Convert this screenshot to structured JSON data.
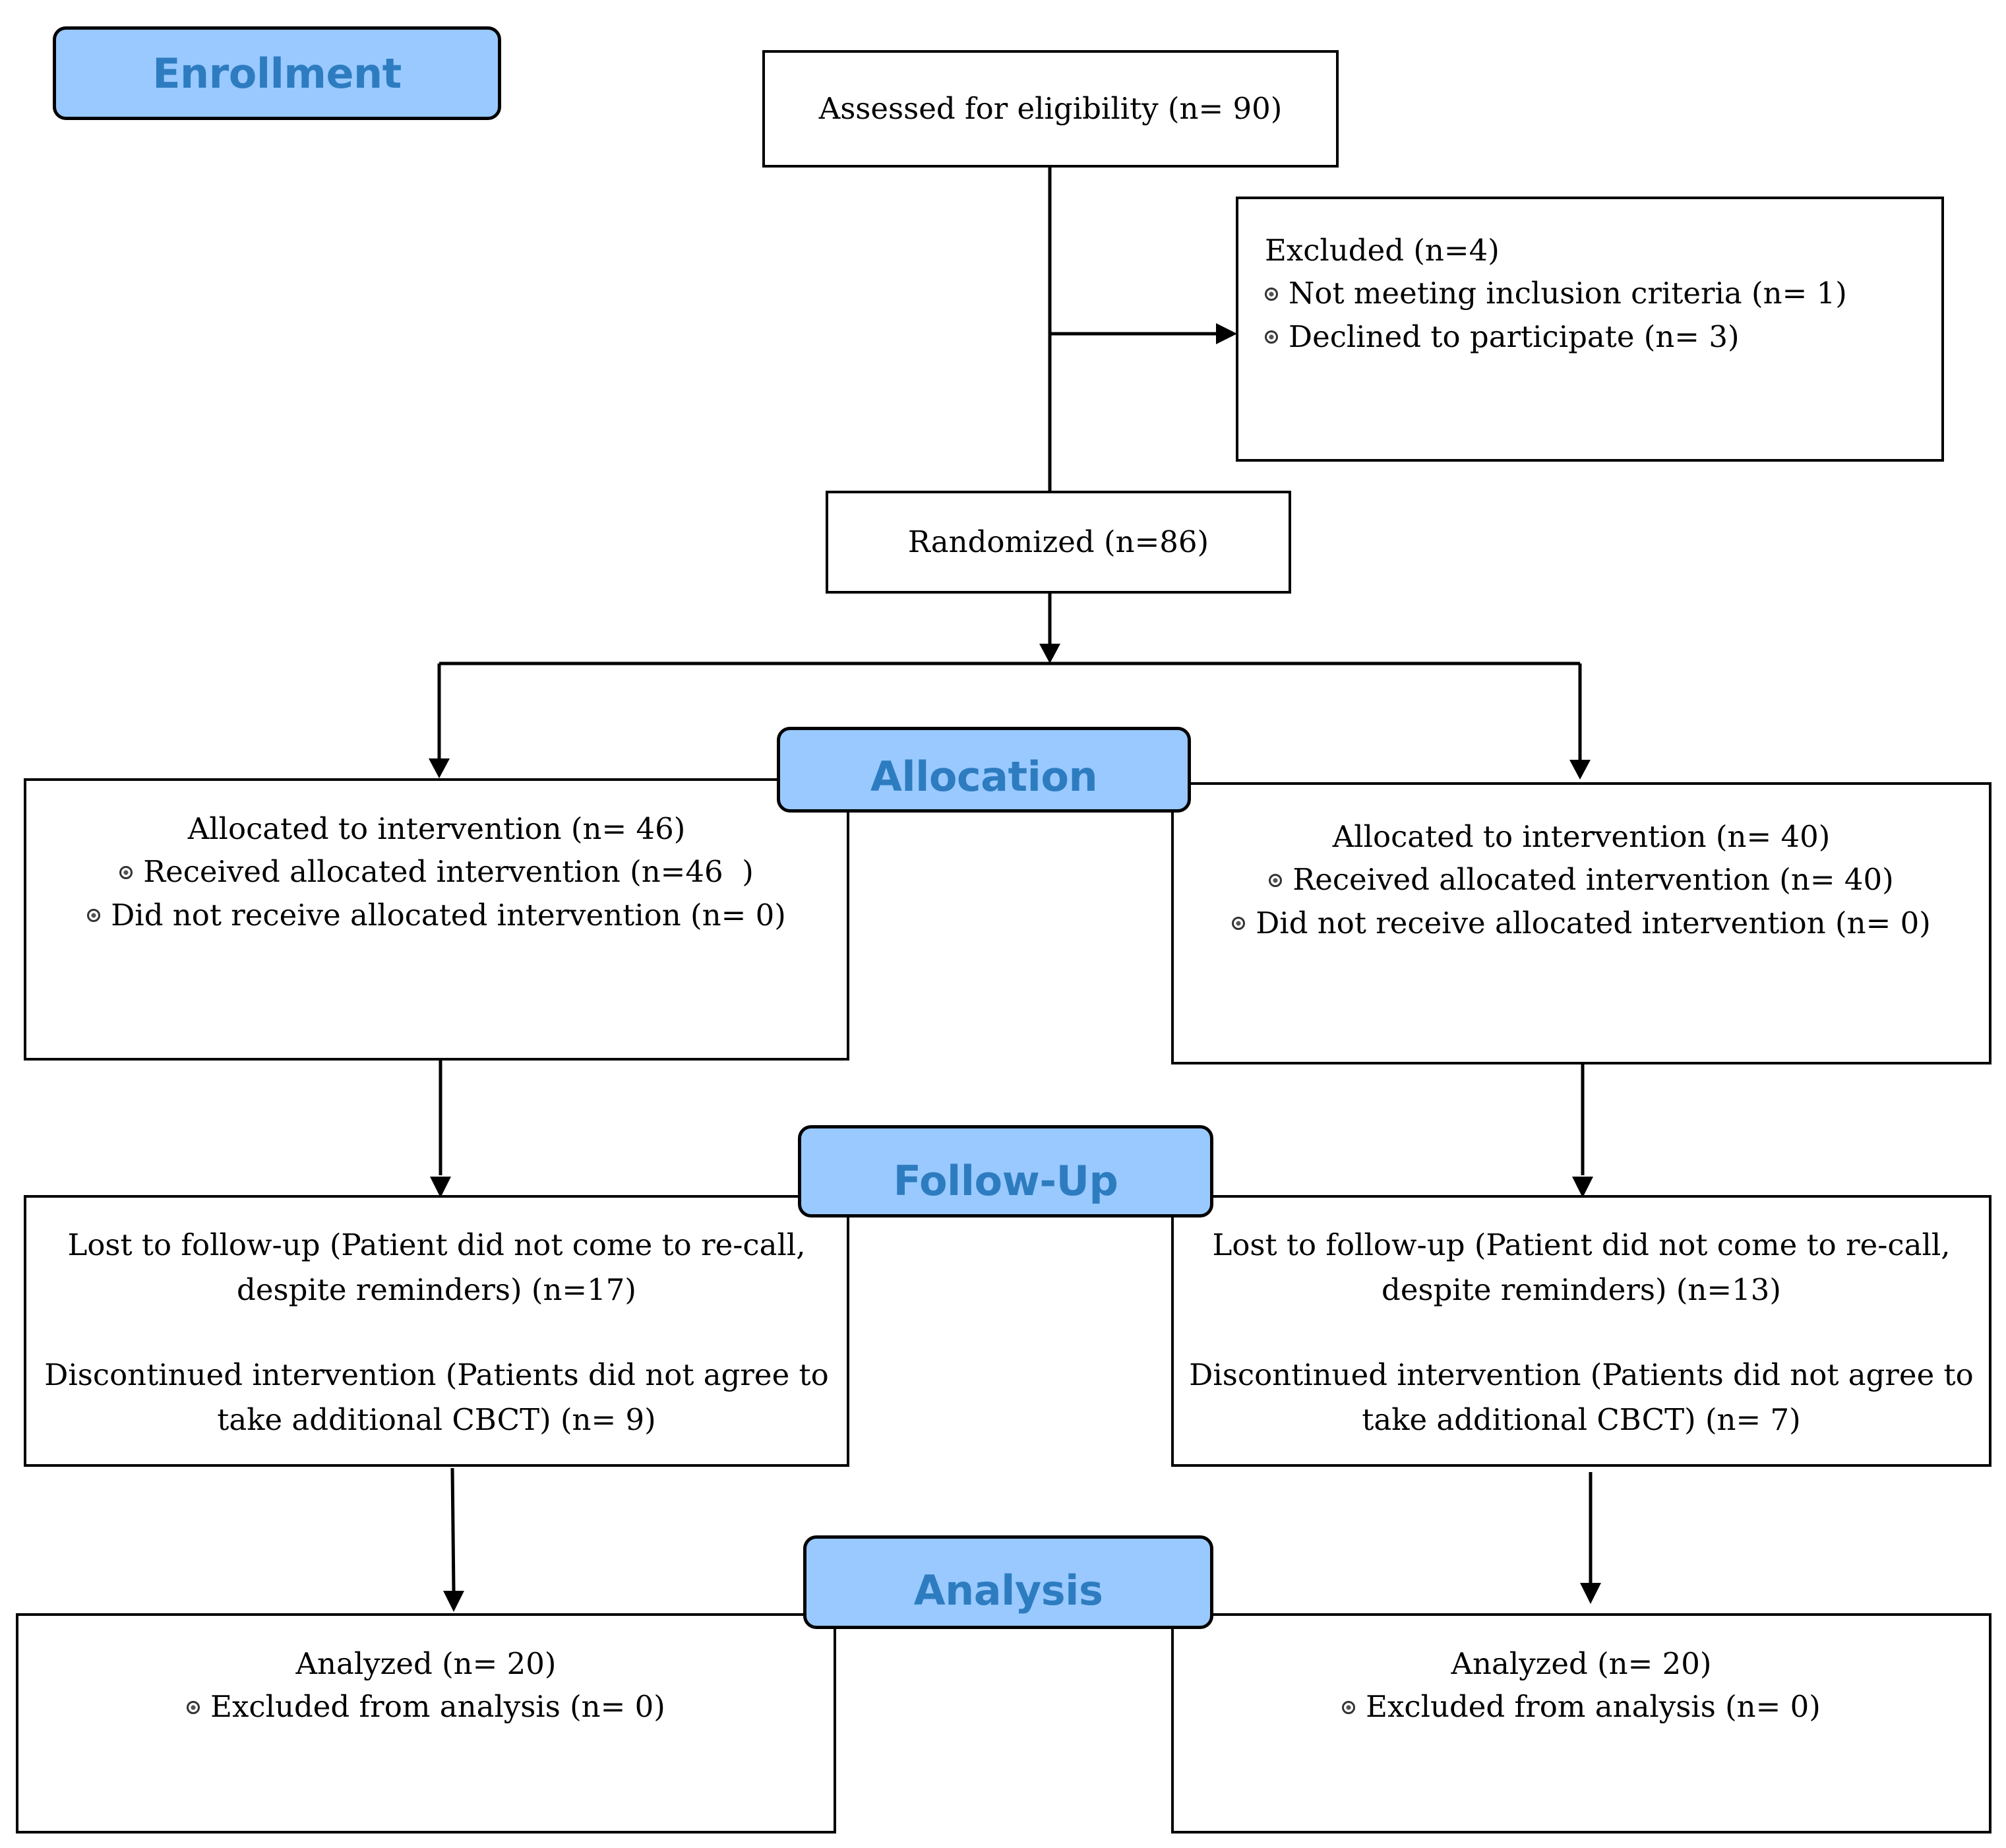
{
  "stages": {
    "enrollment": "Enrollment",
    "allocation": "Allocation",
    "follow_up": "Follow-Up",
    "analysis": "Analysis"
  },
  "assessed": {
    "label": "Assessed for eligibility (n= 90)"
  },
  "excluded": {
    "title": "Excluded (n=4)",
    "items": [
      "Not meeting inclusion criteria (n= 1)",
      "Declined to participate (n= 3)"
    ]
  },
  "randomized": {
    "label": "Randomized (n=86)"
  },
  "allocation": {
    "left": {
      "title": "Allocated to intervention (n= 46)",
      "items": [
        "Received allocated intervention (n=46  )",
        "Did not receive allocated intervention (n= 0)"
      ]
    },
    "right": {
      "title": "Allocated to intervention (n= 40)",
      "items": [
        "Received allocated intervention (n= 40)",
        "Did not receive allocated intervention (n= 0)"
      ]
    }
  },
  "follow_up": {
    "left": {
      "lost": [
        "Lost to follow-up (Patient did not come to re-call,",
        "despite reminders) (n=17)"
      ],
      "discontinued": [
        "Discontinued intervention (Patients did not agree to",
        "take additional CBCT) (n= 9)"
      ]
    },
    "right": {
      "lost": [
        "Lost to follow-up (Patient did not come to re-call,",
        "despite reminders) (n=13)"
      ],
      "discontinued": [
        "Discontinued intervention (Patients did not agree to",
        "take additional CBCT) (n= 7)"
      ]
    }
  },
  "analysis": {
    "left": {
      "title": "Analyzed (n= 20)",
      "items": [
        "Excluded from analysis (n= 0)"
      ]
    },
    "right": {
      "title": "Analyzed (n= 20)",
      "items": [
        "Excluded from analysis (n= 0)"
      ]
    }
  }
}
